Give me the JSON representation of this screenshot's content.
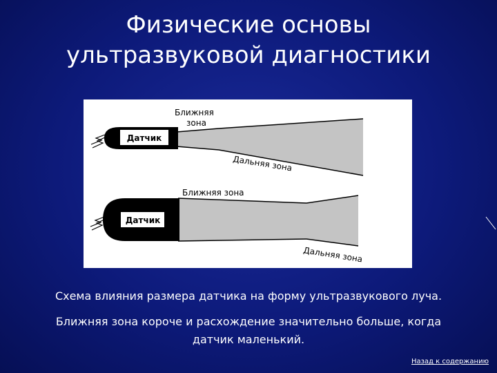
{
  "slide": {
    "title_line1": "Физические основы",
    "title_line2": "ультразвуковой диагностики"
  },
  "diagram": {
    "top": {
      "transducer_label": "Датчик",
      "near_zone_line1": "Ближняя",
      "near_zone_line2": "зона",
      "far_zone": "Дальняя зона"
    },
    "bottom": {
      "transducer_label": "Датчик",
      "near_zone": "Ближняя зона",
      "far_zone": "Дальняя зона"
    },
    "colors": {
      "beam": "#c4c4c4",
      "transducer": "#000000"
    }
  },
  "caption": {
    "line1": "Схема влияния размера датчика на форму ультразвукового луча.",
    "line2a": "Ближняя зона короче и расхождение значительно больше, когда",
    "line2b": "датчик маленький."
  },
  "navigation": {
    "back_link": "Назад к содержанию"
  }
}
